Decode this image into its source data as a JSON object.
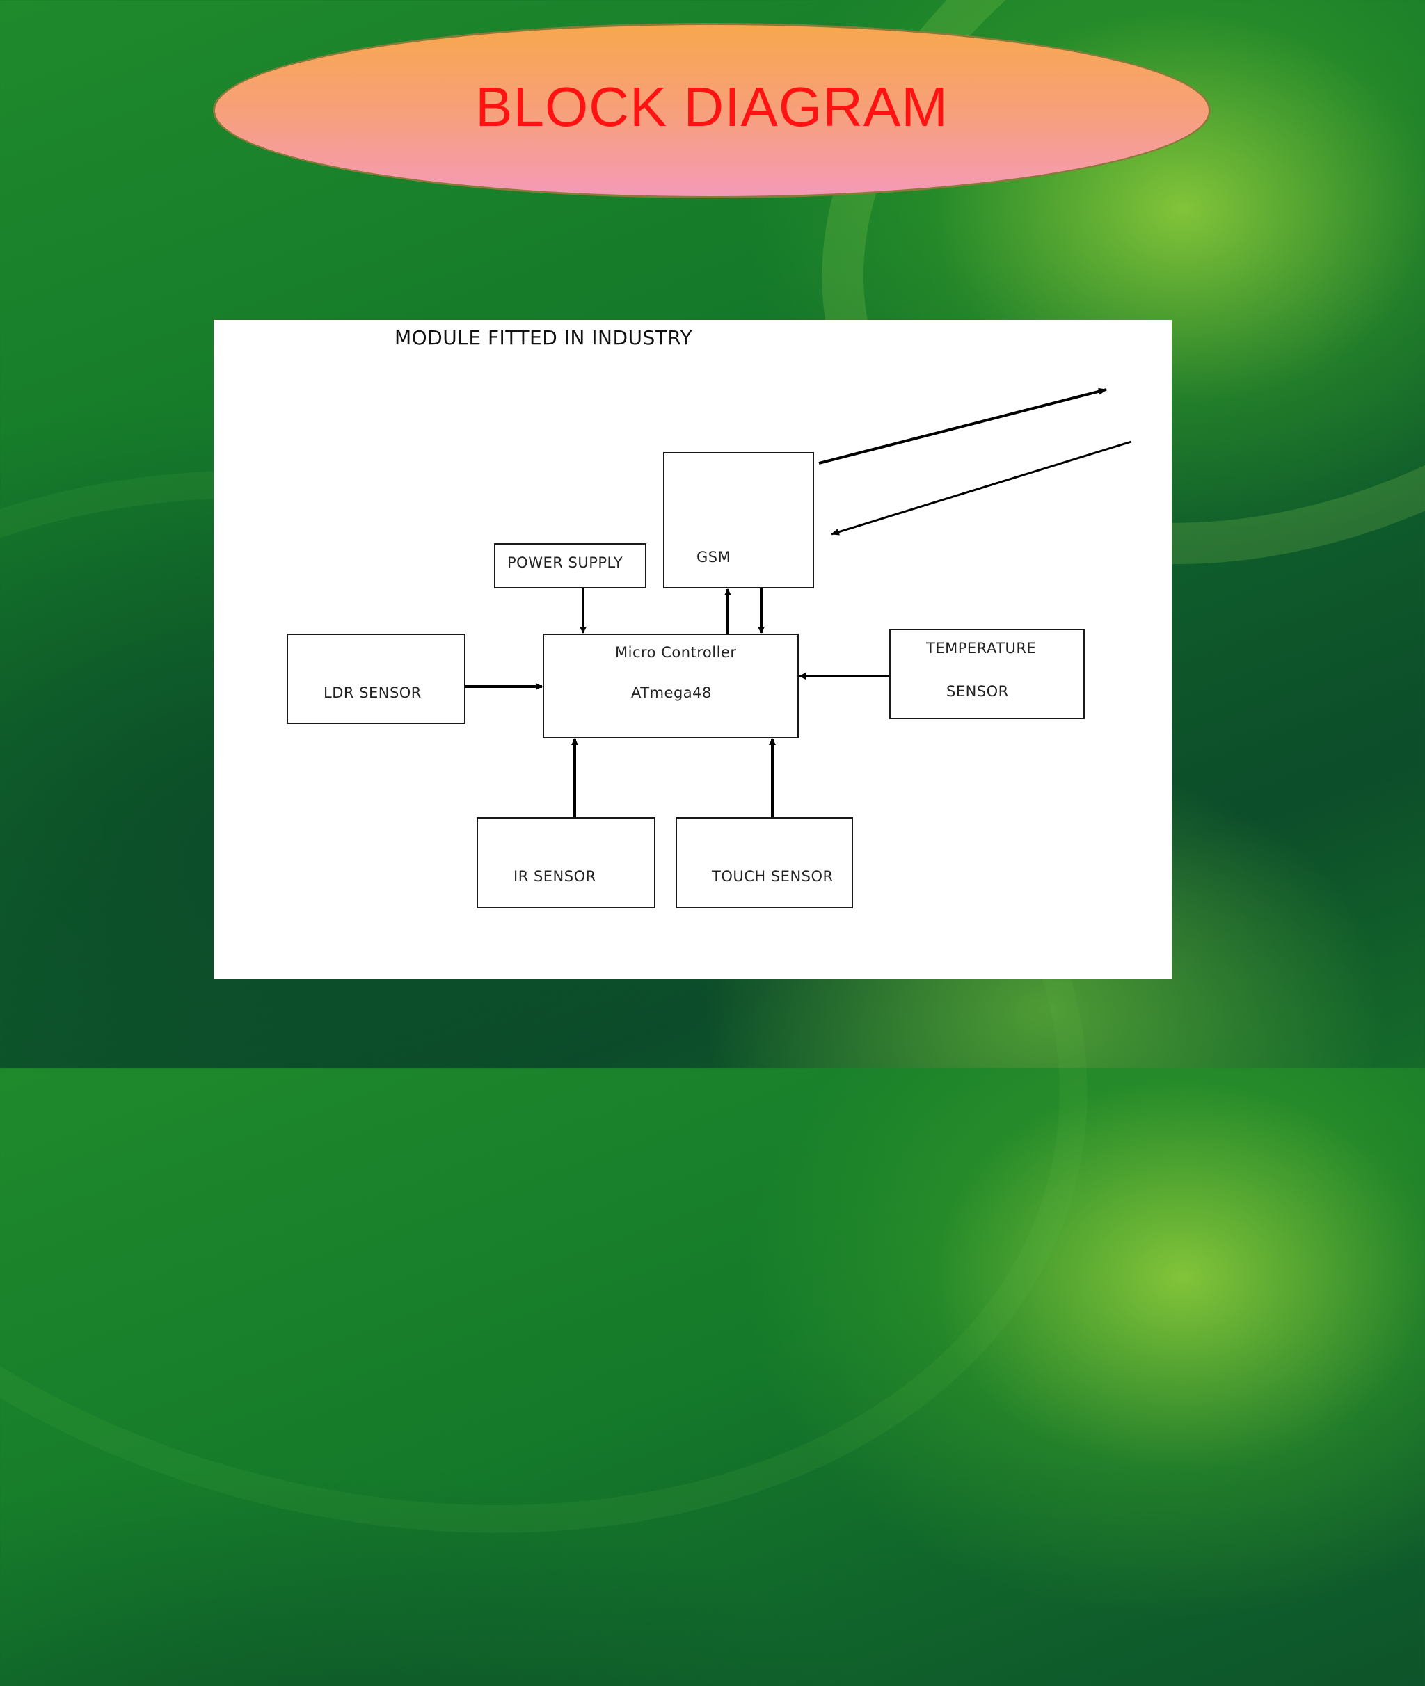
{
  "slide": {
    "title": "BLOCK DIAGRAM"
  },
  "diagram": {
    "heading": "MODULE FITTED IN INDUSTRY",
    "nodes": {
      "power_supply": "POWER SUPPLY",
      "gsm": "GSM",
      "ldr_sensor": "LDR SENSOR",
      "micro_controller_line1": "Micro Controller",
      "micro_controller_line2": "ATmega48",
      "temperature_line1": "TEMPERATURE",
      "temperature_line2": "SENSOR",
      "ir_sensor": "IR SENSOR",
      "touch_sensor": "TOUCH SENSOR"
    }
  },
  "colors": {
    "title_text": "#ff1212",
    "oval_top": "#f7a84e",
    "oval_bottom": "#f59ab8",
    "background": "#157a2a"
  }
}
